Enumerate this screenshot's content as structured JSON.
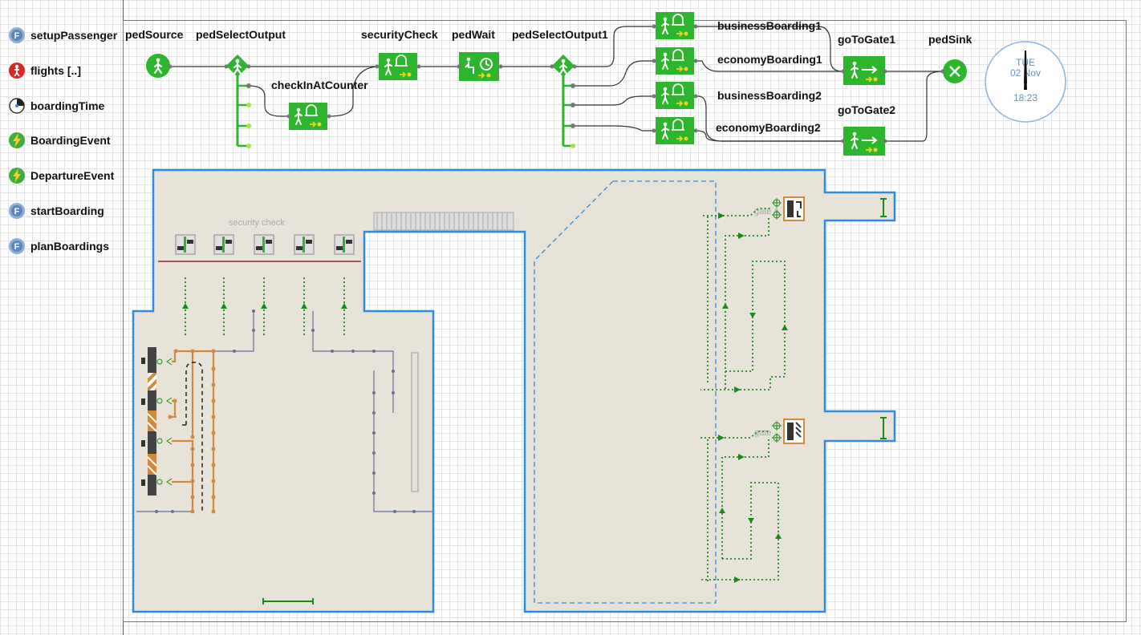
{
  "sidebar": {
    "items": [
      {
        "label": "setupPassenger",
        "icon": "function-icon"
      },
      {
        "label": "flights [..]",
        "icon": "agent-population-icon"
      },
      {
        "label": "boardingTime",
        "icon": "parameter-icon"
      },
      {
        "label": "BoardingEvent",
        "icon": "event-icon"
      },
      {
        "label": "DepartureEvent",
        "icon": "event-icon"
      },
      {
        "label": "startBoarding",
        "icon": "function-icon"
      },
      {
        "label": "planBoardings",
        "icon": "function-icon"
      }
    ]
  },
  "flowchart": {
    "ped_source": "pedSource",
    "ped_select_output": "pedSelectOutput",
    "check_in_at_counter": "checkInAtCounter",
    "security_check": "securityCheck",
    "ped_wait": "pedWait",
    "ped_select_output1": "pedSelectOutput1",
    "business_boarding1": "businessBoarding1",
    "economy_boarding1": "economyBoarding1",
    "business_boarding2": "businessBoarding2",
    "economy_boarding2": "economyBoarding2",
    "go_to_gate1": "goToGate1",
    "go_to_gate2": "goToGate2",
    "ped_sink": "pedSink"
  },
  "clock": {
    "day": "TUE",
    "date": "02 Nov",
    "time": "18:23"
  },
  "layout": {
    "security_check_label": "security check",
    "gate_a_label": "gate A",
    "gate_b_label": "gate"
  },
  "colors": {
    "block_green": "#2db52d",
    "wall_blue": "#2f8be0",
    "floor": "#e8e3d8",
    "path_green": "#1a8a1a",
    "queue_orange": "#d4883c"
  }
}
